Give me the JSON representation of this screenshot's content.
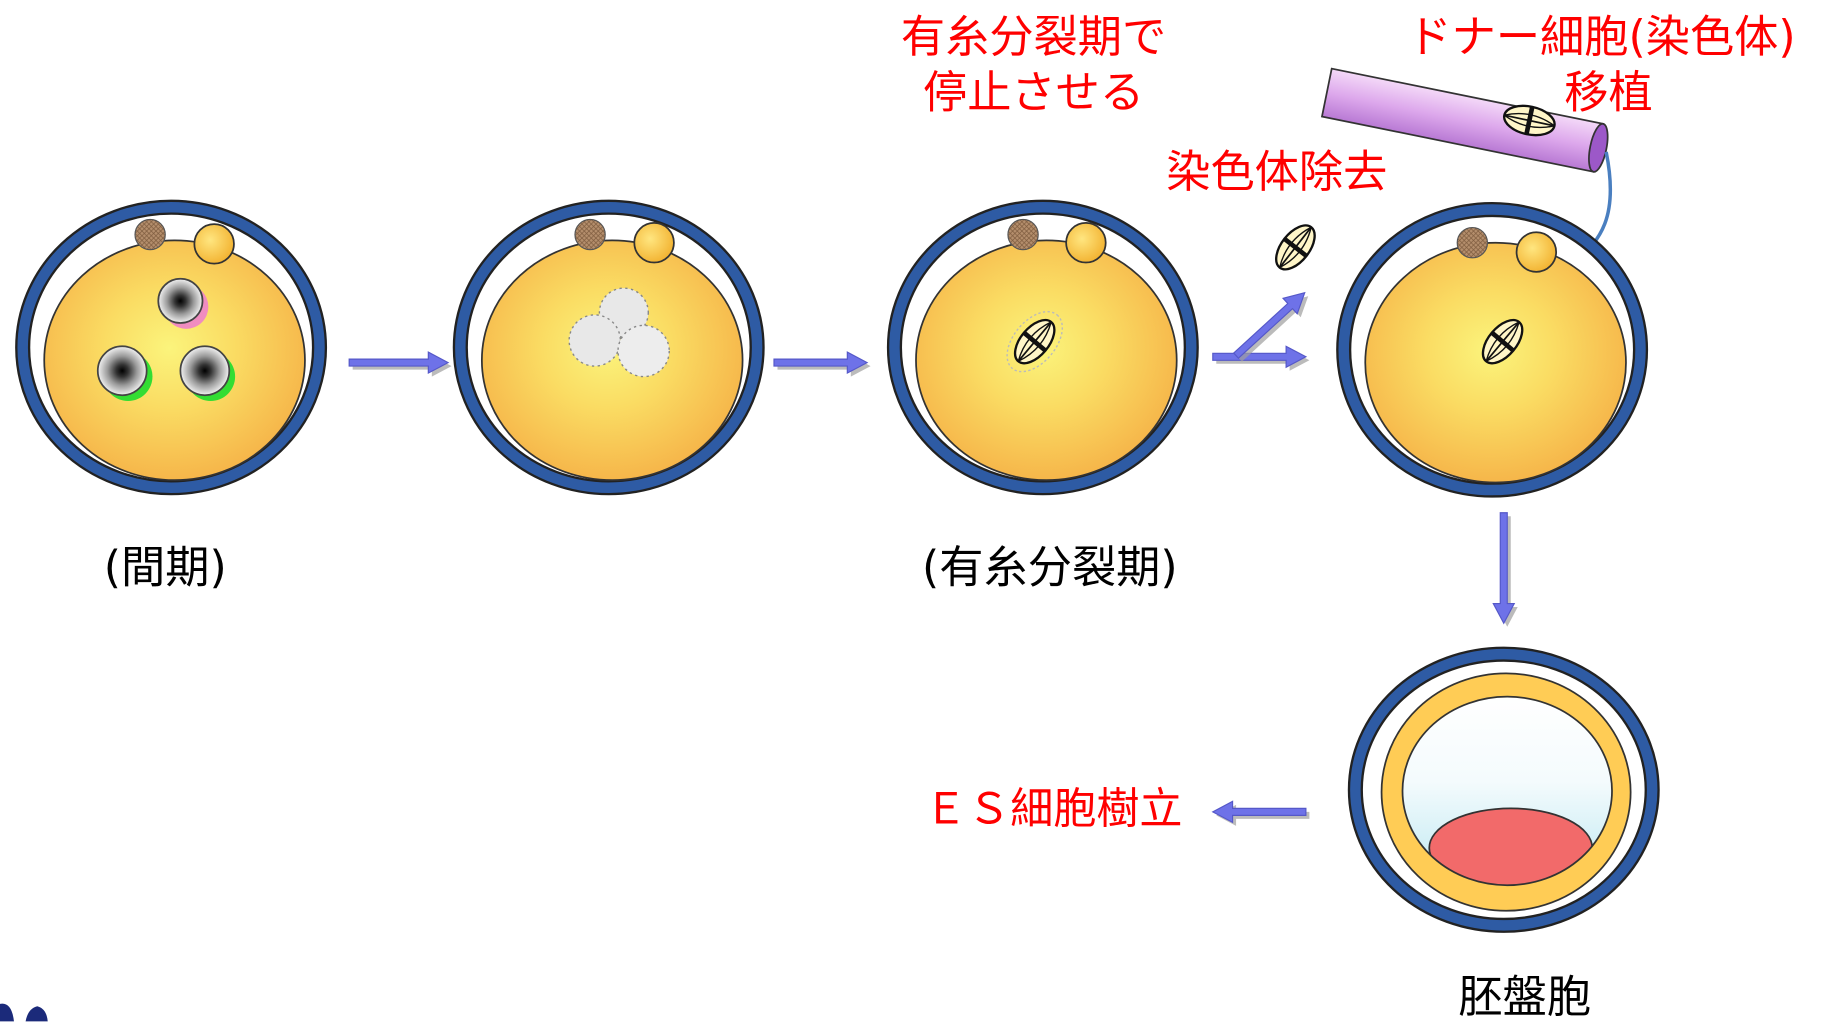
{
  "labels": {
    "arrest": {
      "line1": "有糸分裂期で",
      "line2": "停止させる"
    },
    "donor": {
      "line1": "ドナー細胞(染色体)",
      "line2": "移植"
    },
    "removal": "染色体除去",
    "interphase": "(間期)",
    "mitosis": "(有糸分裂期)",
    "es_establish": "ＥＳ細胞樹立",
    "blastocyst": "胚盤胞"
  },
  "colors": {
    "label_red": "#FF0000",
    "label_black": "#000000",
    "zona": "#2E5BA4",
    "arrow": "#6E72E8",
    "transfer_arrow": "#4A7FC0",
    "trophectoderm": "#FFCC55",
    "inner_cell_mass": "#F26A6A"
  }
}
